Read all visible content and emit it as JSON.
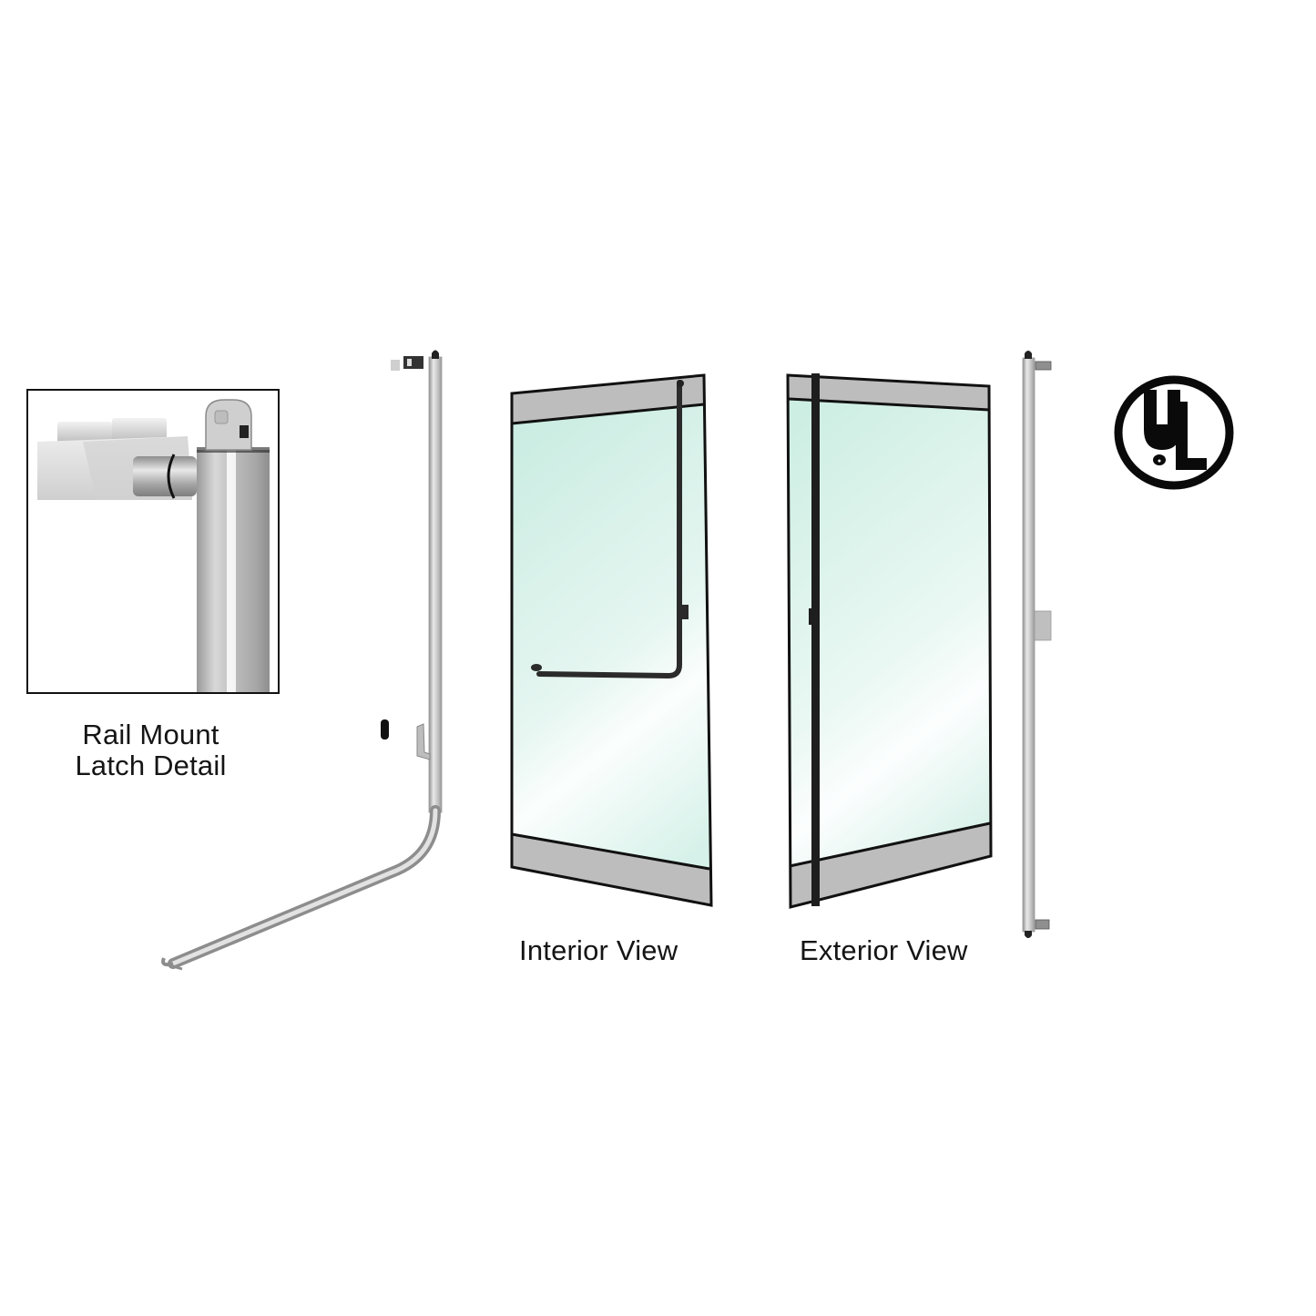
{
  "product_image": {
    "detail_inset": {
      "caption_line1": "Rail Mount",
      "caption_line2": "Latch Detail",
      "icon": "rail-mount-latch-closeup"
    },
    "components": [
      {
        "id": "push-bar-rail",
        "icon": "bent-push-bar-rail"
      },
      {
        "id": "interior-door",
        "icon": "glass-door-with-push-bar"
      },
      {
        "id": "exterior-door",
        "icon": "glass-door-with-vertical-rod"
      },
      {
        "id": "vertical-rod",
        "icon": "vertical-rod-with-strike"
      }
    ],
    "views": {
      "interior_label": "Interior View",
      "exterior_label": "Exterior View"
    },
    "certification": {
      "mark": "UL",
      "icon": "ul-listed-logo"
    },
    "colors": {
      "background": "#ffffff",
      "glass_top": "#cfeee4",
      "glass_bottom": "#f4fbf9",
      "rail_gray": "#b8b8b8",
      "frame_black": "#111111",
      "metal_light": "#e6e6e6",
      "metal_mid": "#c4c4c4",
      "metal_dark": "#8a8a8a"
    }
  }
}
